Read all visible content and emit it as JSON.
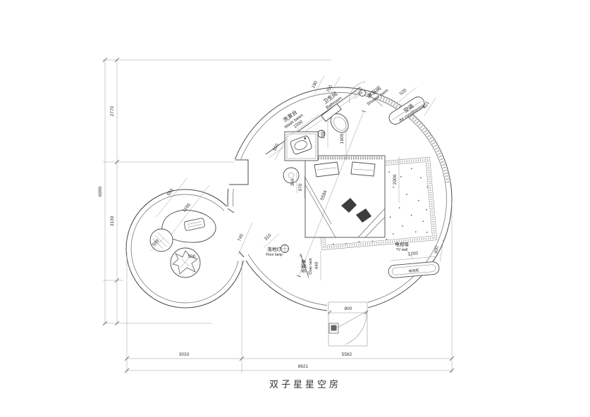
{
  "title": "双子星星空房",
  "labels": {
    "bathroom": {
      "zh": "卫生间",
      "en": "Bathroom"
    },
    "washbasin": {
      "zh": "洗漱台",
      "en": "Wash basin"
    },
    "shower": {
      "zh": "淋浴间",
      "en": "Shower room"
    },
    "aircon": {
      "zh": "空调",
      "en": "Air conditioning"
    },
    "floor_lamp": {
      "zh": "落地灯",
      "en": "Floor lamp"
    },
    "coat_rack": {
      "zh": "衣帽架",
      "en": "Coat rack"
    },
    "tv_wall": {
      "zh": "电视墙",
      "en": "TV wall"
    },
    "tv_cabinet": {
      "zh": "电视柜"
    }
  },
  "dimensions": {
    "d6990": "6990",
    "d2770": "2770",
    "d3139": "3139",
    "d3033": "3033",
    "d5582": "5582",
    "d8621": "8621",
    "d190": "190",
    "d700": "700",
    "d520": "520",
    "d421": "421",
    "d1000": "1000",
    "d714": "714",
    "d1600": "1600",
    "d550": "550",
    "d360": "360",
    "d970": "970",
    "d2000": "2000",
    "d5584": "5584",
    "d745": "745",
    "d693": "693",
    "d1166": "1166",
    "d589": "589",
    "d500": "500",
    "d310": "310",
    "d440": "440",
    "d400": "400",
    "d1200": "1200",
    "d800": "800"
  },
  "colors": {
    "line": "#4a4a4a",
    "dim": "#9a9a9a",
    "text": "#333333"
  }
}
